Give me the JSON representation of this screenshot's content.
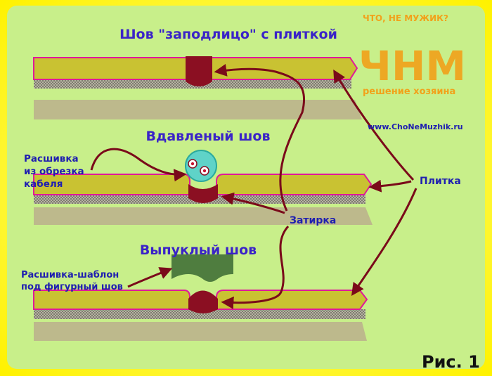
{
  "titles": {
    "flush": "Шов \"заподлицо\" с плиткой",
    "pressed": "Вдавленый шов",
    "convex": "Выпуклый шов"
  },
  "labels": {
    "cable": [
      "Расшивка",
      "из обрезка",
      "кабеля"
    ],
    "template": [
      "Расшивка-шаблон",
      "под фигурный шов"
    ],
    "tile": "Плитка",
    "grout": "Затирка",
    "fig": "Рис. 1"
  },
  "logo": {
    "question": "ЧТО, НЕ МУЖИК?",
    "letters": "ЧНМ",
    "slogan": "решение хозяина",
    "site": "www.ChoNeMuzhik.ru"
  },
  "colors": {
    "background": "#fffb3a",
    "panel": "#c8ef8a",
    "tile": "#c9c232",
    "tile_edge": "#e0189a",
    "grout": "#8b0f22",
    "base": "#bdb98c",
    "arrow": "#7a0a1a",
    "title_text": "#3a23c8",
    "label_text": "#1f1fb0",
    "logo": "#f2a11a",
    "cable_tool": "#5fd3c8",
    "template_tool": "#4f7d3f"
  }
}
